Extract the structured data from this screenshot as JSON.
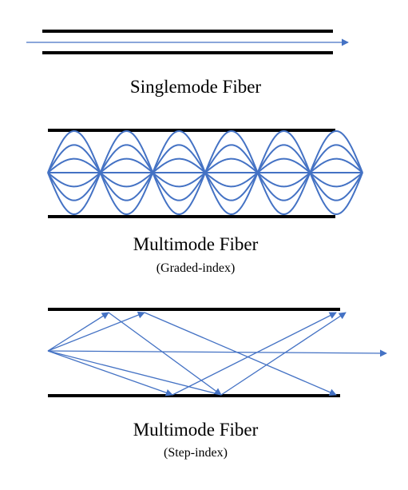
{
  "singlemode": {
    "title": "Singlemode Fiber"
  },
  "graded_index": {
    "title": "Multimode Fiber",
    "subtitle": "(Graded-index)",
    "mode_count": 7,
    "period_count": 6
  },
  "step_index": {
    "title": "Multimode Fiber",
    "subtitle": "(Step-index)"
  },
  "colors": {
    "ray": "#4472C4",
    "cladding": "#000000",
    "background": "#FFFFFF"
  }
}
